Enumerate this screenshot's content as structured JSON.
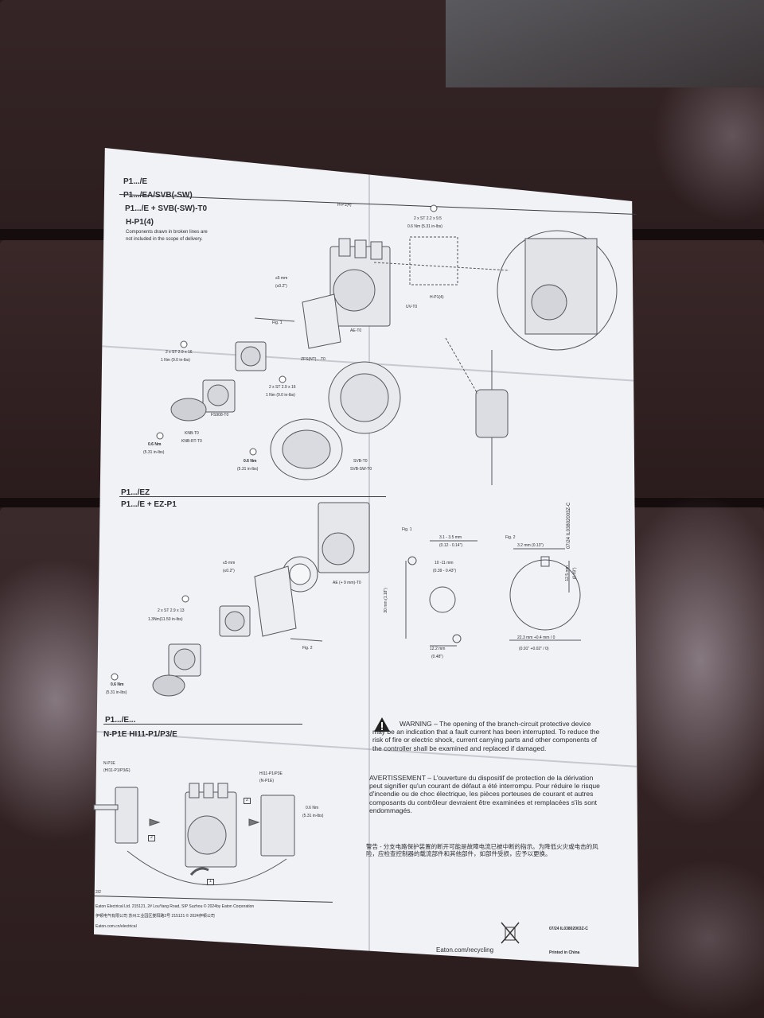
{
  "doc": {
    "title_lines": [
      "P1.../E",
      "P1.../EA/SVB(-SW)",
      "P1.../E + SVB(-SW)-T0",
      "H-P1(4)"
    ],
    "scope_note": [
      "Components drawn in broken lines are",
      "not included in the scope of delivery."
    ],
    "labels": {
      "hp1_top": "H-P1(4)",
      "hp1_mid": "H-P1(4)",
      "screw_top": "2 x ST 2.2 x 9.5",
      "torque_top": "0.6 Nm (5.31 in-lbs)",
      "uv": "UV-T0",
      "ae": "AE-T0",
      "zfs": "ZFS(NT)....T0",
      "fig1": "Fig. 1",
      "le5a": "≤5 mm",
      "le02a": "(≤0.2\")",
      "screw_left": "2 x ST 2.9 x 16",
      "torque_left": "1 Nm (9.0 in-lbs)",
      "screw_center": "2 x ST 2.9 x 16",
      "torque_center": "1 Nm (9.0 in-lbs)",
      "fs908": "FS908-T0",
      "knb": "KNB-T0",
      "knb_rt": "KNB-RT-T0",
      "nm06_a": "0.6 Nm",
      "inlbs_a": "(5.31 in-lbs)",
      "nm06_b": "0.6 Nm",
      "inlbs_b": "(5.31 in-lbs)",
      "svb": "SVB-T0",
      "svb_sw": "SVB-SW-T0"
    },
    "section2": {
      "title1": "P1.../EZ",
      "title2": "P1.../E + EZ-P1",
      "le5": "≤5 mm",
      "le02": "(≤0.2\")",
      "ae9": "AE (+ 9 mm)-T0",
      "screw": "2 x ST 2.9 x 13",
      "torque": "1.3Nm(11.50 in-lbs)",
      "fig2": "Fig. 2",
      "nm06": "0.6 Nm",
      "inlbs": "(5.31 in-lbs)"
    },
    "fig1_dims": {
      "label": "Fig. 1",
      "d1": "3.1 - 3.5 mm",
      "d1i": "(0.12 - 0.14\")",
      "d2": "10 -11 mm",
      "d2i": "(0.39 - 0.43\")",
      "d3": "30 mm (1.18\")",
      "d4": "12.2 mm",
      "d4i": "(0.48\")"
    },
    "fig2_dims": {
      "label": "Fig. 2",
      "d1": "3.2 mm (0.13\")",
      "d2": "12.5 mm",
      "d2i": "(0.49\")",
      "d3": "22.3 mm +0.4 mm / 0",
      "d3i": "(0.91\" +0.02\" / 0)"
    },
    "side_code": "07/24 IL03802003Z-C",
    "section3": {
      "title1": "P1.../E...",
      "title2": "N-P1E HI11-P1/P3/E",
      "npe": "N-P1E",
      "npe2": "(HI11-P1/P3/E)",
      "hi11": "HI11-P1/P3E",
      "hi11b": "(N-P1E)",
      "nm06": "0.6 Nm",
      "inlbs": "(5.31 in-lbs)",
      "step1": "1",
      "step2a": "2",
      "step2b": "2"
    },
    "warning_en": "WARNING – The opening of the branch-circuit protective device may be an indication that a fault current has been interrupted. To reduce the risk of fire or electric shock, current carrying parts and other components of the controller shall be examined and replaced if damaged.",
    "warning_fr": "AVERTISSEMENT – L'ouverture du dispositif de protection de la dérivation peut signifier qu'un courant de défaut a été interrompu. Pour réduire le risque d'incendie ou de choc électrique, les pièces porteuses de courant et autres composants du contrôleur devraient être examinées et remplacées s'ils sont endommagés.",
    "warning_cn": "警告 - 分支电路保护装置的断开可能是故障电流已被中断的指示。为降低火灾或电击的风险，应检查控制器的载流部件和其他部件，如部件受损，应予以更换。",
    "footer": {
      "page": "2/2",
      "address": "Eaton Electrical Ltd. 215121, 2# LouYang Road, SIP Suzhou © 2024by Eaton Corporation",
      "address_cn": "伊顿电气有限公司 苏州工业园区娄阳路2号 215121 © 2024伊顿公司",
      "url": "Eaton.com.cn/electrical",
      "recycling": "Eaton.com/recycling",
      "code": "07/24 IL03802003Z-C",
      "printed": "Printed in China"
    }
  }
}
